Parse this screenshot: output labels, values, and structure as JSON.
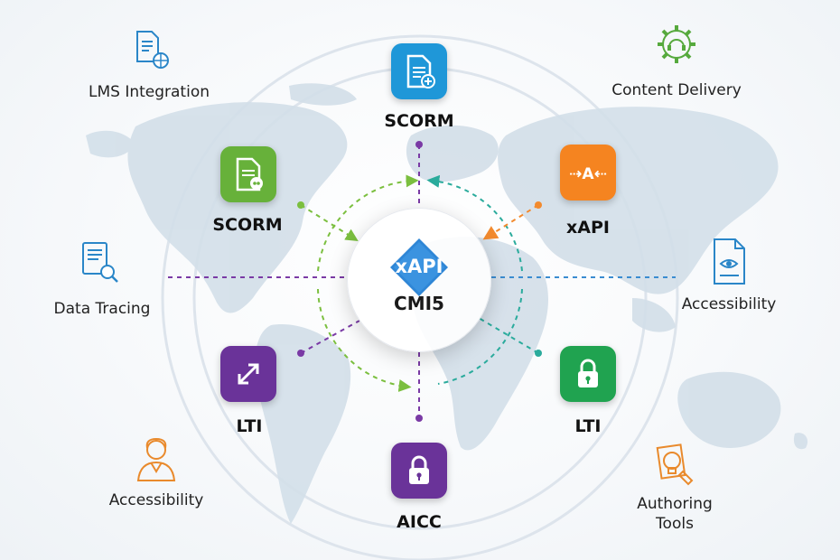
{
  "hub": {
    "badge_text": "xAPI",
    "label": "CMI5",
    "badge_color": "#2f86d6"
  },
  "standards": [
    {
      "id": "scorm-top",
      "label": "SCORM",
      "color": "#1f97d8",
      "icon": "document-plus-icon"
    },
    {
      "id": "scorm-left",
      "label": "SCORM",
      "color": "#67b13a",
      "icon": "document-share-icon"
    },
    {
      "id": "xapi",
      "label": "xAPI",
      "color": "#f58420",
      "icon": "xapi-arrows-icon"
    },
    {
      "id": "lti-left",
      "label": "LTI",
      "color": "#6a3399",
      "icon": "expand-arrows-icon"
    },
    {
      "id": "lti-right",
      "label": "LTI",
      "color": "#20a350",
      "icon": "lock-icon"
    },
    {
      "id": "aicc",
      "label": "AICC",
      "color": "#6a3399",
      "icon": "lock-icon"
    }
  ],
  "features": [
    {
      "id": "lms",
      "label": "LMS Integration",
      "color": "#2a86c8",
      "icon": "document-globe-icon"
    },
    {
      "id": "content",
      "label": "Content Delivery",
      "color": "#56a93d",
      "icon": "gear-headset-icon"
    },
    {
      "id": "data",
      "label": "Data Tracing",
      "color": "#2a86c8",
      "icon": "report-search-icon"
    },
    {
      "id": "access-right",
      "label": "Accessibility",
      "color": "#2a86c8",
      "icon": "accessible-document-icon"
    },
    {
      "id": "access-left",
      "label": "Accessibility",
      "color": "#e98a2c",
      "icon": "person-icon"
    },
    {
      "id": "authoring",
      "label_lines": [
        "Authoring",
        "Tools"
      ],
      "color": "#e98a2c",
      "icon": "authoring-bulb-icon"
    }
  ],
  "line_colors": {
    "green": "#7bbf3f",
    "teal": "#2aab9c",
    "purple": "#7a3aa5",
    "orange": "#f28a2e",
    "blue": "#3a8cd0"
  }
}
